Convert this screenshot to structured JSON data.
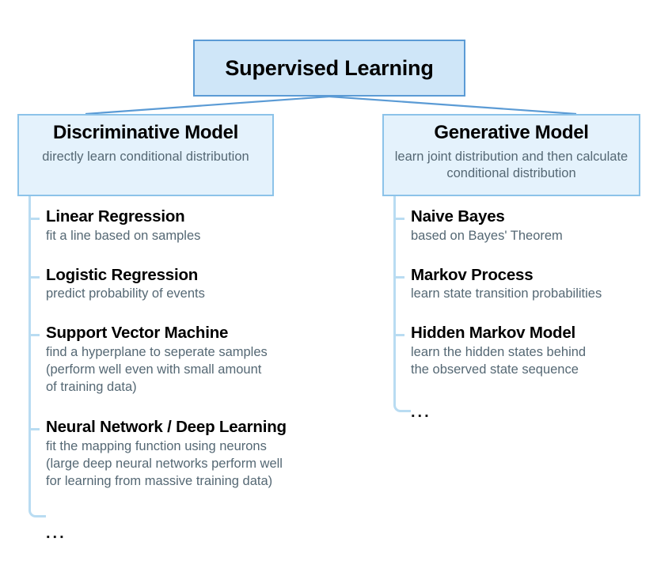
{
  "diagram": {
    "type": "tree",
    "root": {
      "title": "Supervised Learning"
    },
    "branches": [
      {
        "id": "discriminative",
        "title": "Discriminative Model",
        "subtitle": "directly learn conditional distribution",
        "items": [
          {
            "name": "Linear Regression",
            "desc": "fit a line based on samples"
          },
          {
            "name": "Logistic Regression",
            "desc": "predict probability of events"
          },
          {
            "name": "Support Vector Machine",
            "desc": "find a hyperplane to seperate samples\n(perform well even with small amount\nof training data)"
          },
          {
            "name": "Neural Network / Deep Learning",
            "desc": "fit the mapping function using neurons\n(large deep neural networks perform well\nfor learning from massive training data)"
          }
        ],
        "more_label": "..."
      },
      {
        "id": "generative",
        "title": "Generative Model",
        "subtitle": "learn joint distribution and then\ncalculate conditional distribution",
        "items": [
          {
            "name": "Naive Bayes",
            "desc": "based on Bayes' Theorem"
          },
          {
            "name": "Markov Process",
            "desc": "learn state transition probabilities"
          },
          {
            "name": "Hidden Markov Model",
            "desc": "learn the hidden states behind\nthe observed state sequence"
          }
        ],
        "more_label": "..."
      }
    ]
  },
  "colors": {
    "root_fill": "#cfe6f8",
    "root_stroke": "#5b9bd5",
    "branch_fill": "#e4f2fc",
    "branch_stroke": "#8cc3e9",
    "spine": "#b9dcf2",
    "connector": "#5b9bd5",
    "title_text": "#000000",
    "desc_text": "#556874"
  }
}
